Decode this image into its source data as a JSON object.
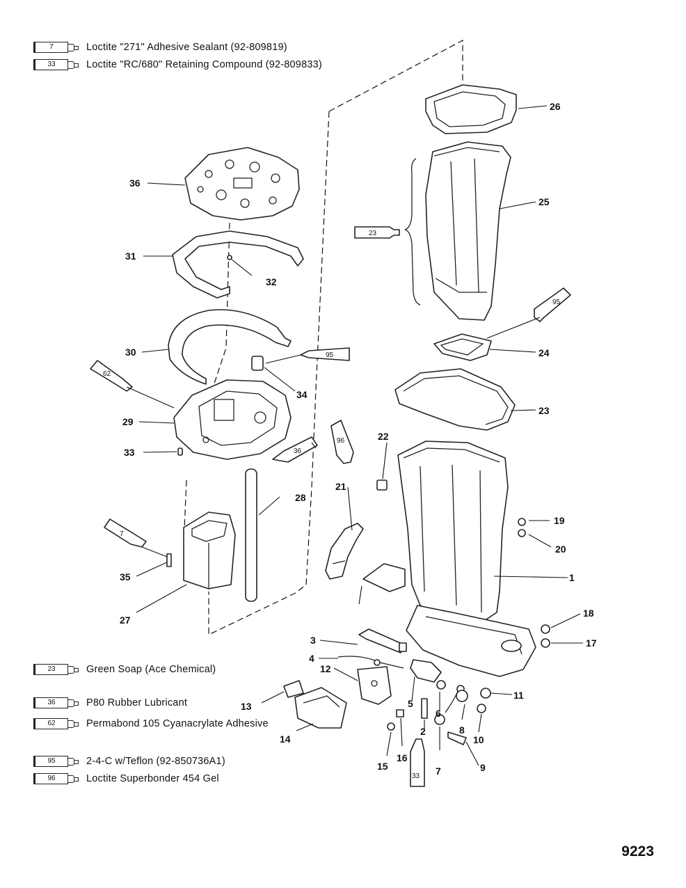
{
  "legend_top": [
    {
      "code": "7",
      "text": "Loctite \"271\" Adhesive Sealant (92-809819)"
    },
    {
      "code": "33",
      "text": "Loctite \"RC/680\" Retaining Compound (92-809833)"
    }
  ],
  "legend_bottom": [
    {
      "code": "23",
      "text": "Green Soap (Ace Chemical)"
    },
    {
      "code": "36",
      "text": "P80 Rubber Lubricant"
    },
    {
      "code": "62",
      "text": "Permabond 105 Cyanacrylate Adhesive"
    },
    {
      "code": "95",
      "text": "2-4-C w/Teflon (92-850736A1)"
    },
    {
      "code": "96",
      "text": "Loctite Superbonder 454 Gel"
    }
  ],
  "callouts": {
    "p1": "1",
    "p2": "2",
    "p3": "3",
    "p4": "4",
    "p5": "5",
    "p6": "6",
    "p7": "7",
    "p8": "8",
    "p9": "9",
    "p10": "10",
    "p11": "11",
    "p12": "12",
    "p13": "13",
    "p14": "14",
    "p15": "15",
    "p16": "16",
    "p17": "17",
    "p18": "18",
    "p19": "19",
    "p20": "20",
    "p21": "21",
    "p22": "22",
    "p23": "23",
    "p24": "24",
    "p25": "25",
    "p26": "26",
    "p27": "27",
    "p28": "28",
    "p29": "29",
    "p30": "30",
    "p31": "31",
    "p32": "32",
    "p33": "33",
    "p34": "34",
    "p35": "35",
    "p36": "36"
  },
  "tube_labels": {
    "t23": "23",
    "t95a": "95",
    "t95b": "95",
    "t62": "62",
    "t36": "36",
    "t96": "96",
    "t7": "7",
    "t33": "33"
  },
  "page_number": "9223"
}
